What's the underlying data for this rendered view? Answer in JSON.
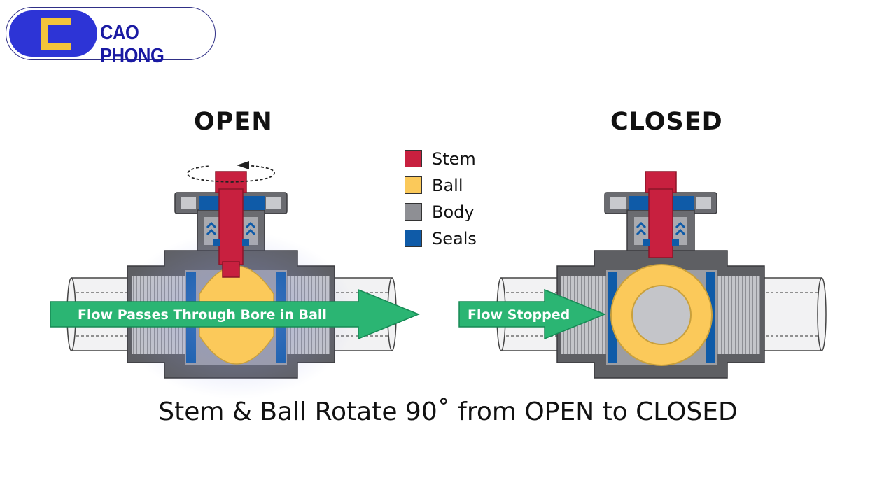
{
  "logo": {
    "text": "CAO PHONG"
  },
  "open_panel": {
    "heading": "OPEN",
    "flow_label": "Flow  Passes Through Bore in Ball"
  },
  "closed_panel": {
    "heading": "CLOSED",
    "flow_label": "Flow  Stopped"
  },
  "legend": [
    {
      "label": "Stem",
      "color": "#c8203f"
    },
    {
      "label": "Ball",
      "color": "#fbc95a"
    },
    {
      "label": "Body",
      "color": "#8e8f94"
    },
    {
      "label": "Seals",
      "color": "#0f5ba8"
    }
  ],
  "caption": "Stem & Ball Rotate 90˚ from OPEN to CLOSED",
  "colors": {
    "flow_arrow": "#2bb573",
    "pipe": "#cfd0d3",
    "body_dark": "#5e5f63",
    "logo_blue": "#2d34d6",
    "logo_yellow": "#f3c43a"
  }
}
